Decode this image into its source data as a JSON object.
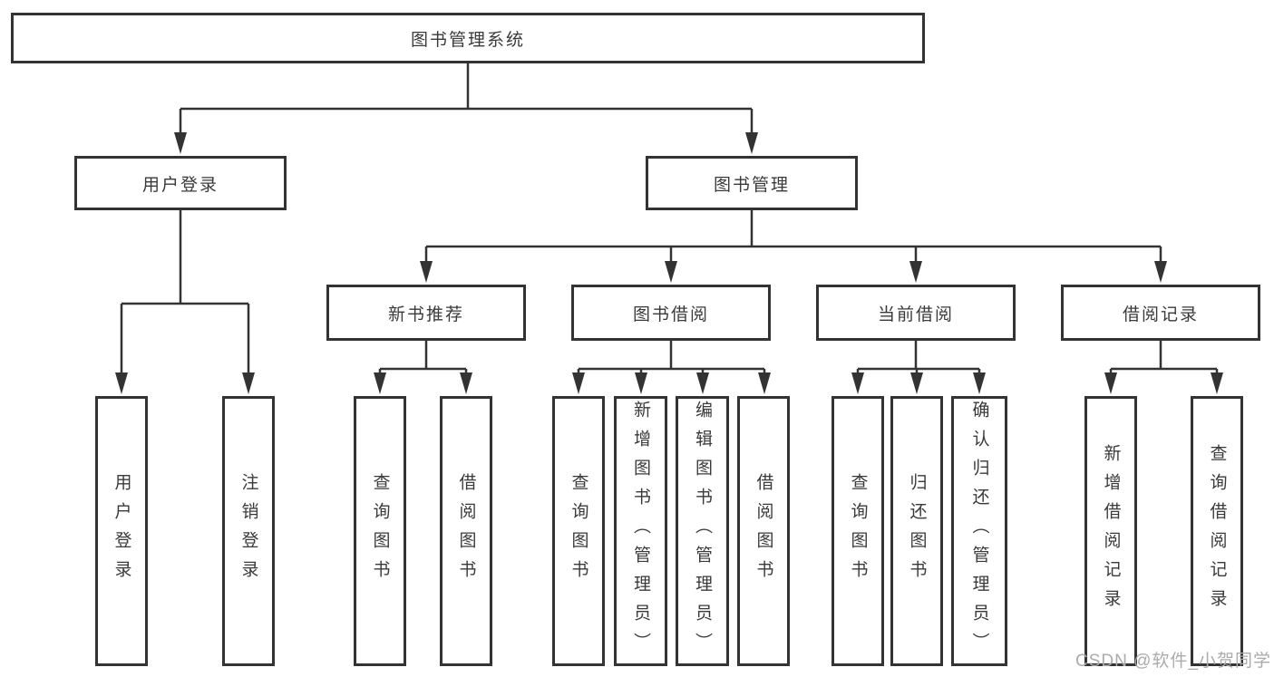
{
  "tree": {
    "label": "图书管理系统",
    "children": [
      {
        "label": "用户登录",
        "children": [
          {
            "label": "用户登录"
          },
          {
            "label": "注销登录"
          }
        ]
      },
      {
        "label": "图书管理",
        "children": [
          {
            "label": "新书推荐",
            "children": [
              {
                "label": "查询图书"
              },
              {
                "label": "借阅图书"
              }
            ]
          },
          {
            "label": "图书借阅",
            "children": [
              {
                "label": "查询图书"
              },
              {
                "label": "新增图书（管理员）"
              },
              {
                "label": "编辑图书（管理员）"
              },
              {
                "label": "借阅图书"
              }
            ]
          },
          {
            "label": "当前借阅",
            "children": [
              {
                "label": "查询图书"
              },
              {
                "label": "归还图书"
              },
              {
                "label": "确认归还（管理员）"
              }
            ]
          },
          {
            "label": "借阅记录",
            "children": [
              {
                "label": "新增借阅记录"
              },
              {
                "label": "查询借阅记录"
              }
            ]
          }
        ]
      }
    ]
  },
  "watermark": {
    "text": "CSDN @软件_小贺同学"
  },
  "colors": {
    "line": "#333333",
    "box_border": "#333333",
    "text": "#3a3a3a",
    "watermark": "#ababab",
    "background": "#ffffff"
  }
}
